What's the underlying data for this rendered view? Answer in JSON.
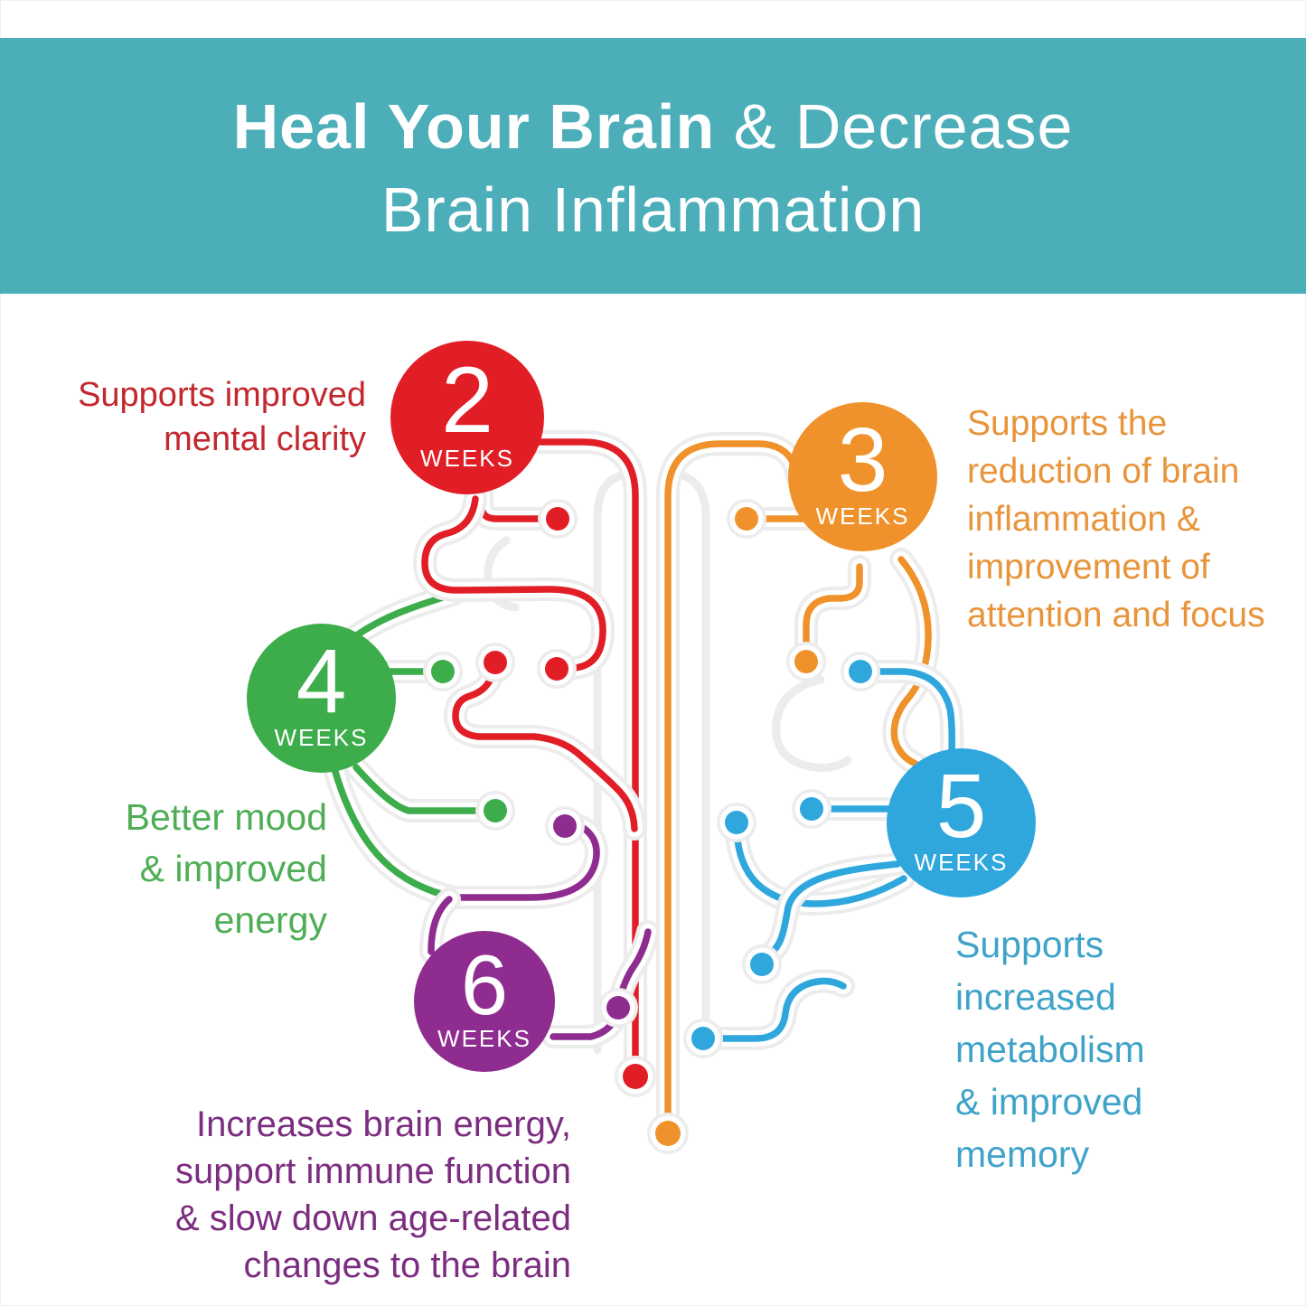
{
  "header": {
    "bg_color": "#4CAEB9",
    "title_bold": "Heal Your Brain",
    "title_light": " & Decrease",
    "title_line2": "Brain Inflammation",
    "text_color": "#FFFFFF"
  },
  "palette": {
    "red": "#E11E26",
    "orange": "#F0922B",
    "green": "#3CAD4A",
    "blue": "#2FA7DD",
    "purple": "#8F2C90",
    "ghost_gray": "#ECECEC",
    "casing_white": "#FFFFFF",
    "page_bg": "#FFFFFF"
  },
  "weeks": [
    {
      "number": "2",
      "unit": "WEEKS",
      "color": "#E11E26",
      "note_color": "#C2282E",
      "note_lines": [
        "Supports improved",
        "mental clarity"
      ]
    },
    {
      "number": "3",
      "unit": "WEEKS",
      "color": "#F0922B",
      "note_color": "#E8943A",
      "note_lines": [
        "Supports the",
        "reduction of brain",
        "inflammation &",
        "improvement of",
        "attention and focus"
      ]
    },
    {
      "number": "4",
      "unit": "WEEKS",
      "color": "#3CAD4A",
      "note_color": "#4FAE55",
      "note_lines": [
        "Better mood",
        "& improved",
        "energy"
      ]
    },
    {
      "number": "5",
      "unit": "WEEKS",
      "color": "#2FA7DD",
      "note_color": "#3FA3C9",
      "note_lines": [
        "Supports",
        "increased",
        "metabolism",
        "& improved",
        "memory"
      ]
    },
    {
      "number": "6",
      "unit": "WEEKS",
      "color": "#8F2C90",
      "note_color": "#7C2D80",
      "note_lines": [
        "Increases brain energy,",
        "support immune function",
        "& slow down age-related",
        "changes to the brain"
      ]
    }
  ]
}
